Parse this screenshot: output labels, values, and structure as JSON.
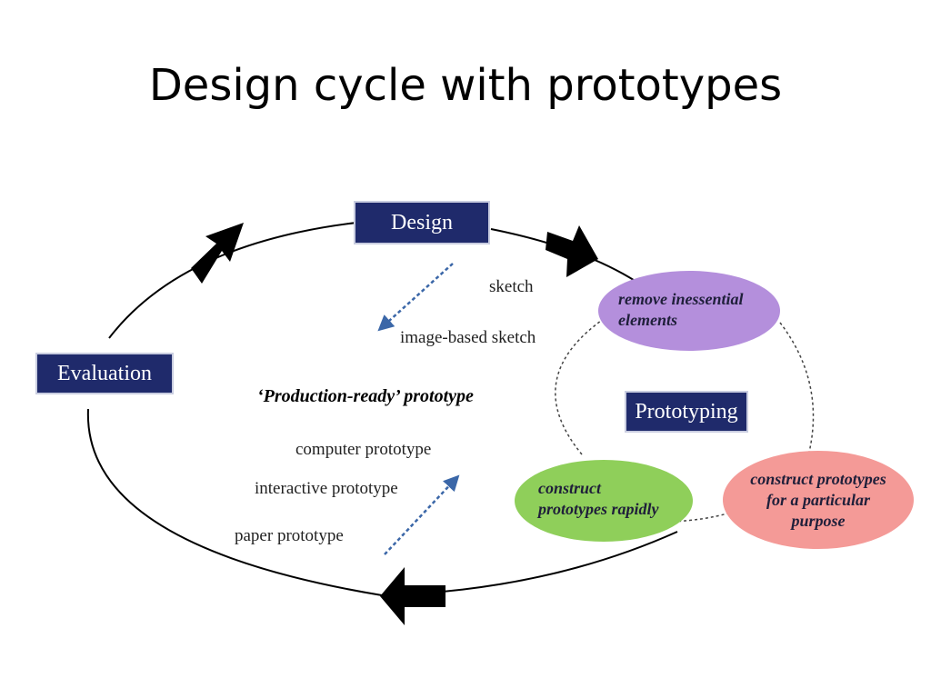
{
  "title": "Design cycle with prototypes",
  "colors": {
    "navy": "#1f2a6b",
    "purple": "#b48fdc",
    "green": "#8fcf5a",
    "pink": "#f49a97",
    "dashed_arrow": "#3b67a8",
    "cycle_line": "#000000"
  },
  "nodes": {
    "design": "Design",
    "evaluation": "Evaluation",
    "prototyping": "Prototyping"
  },
  "prototype_labels": {
    "sketch": "sketch",
    "image_sketch": "image-based sketch",
    "production_ready": "‘Production-ready’  prototype",
    "computer": "computer prototype",
    "interactive": "interactive prototype",
    "paper": "paper prototype"
  },
  "prototyping_steps": {
    "remove_line1": "remove inessential",
    "remove_line2": "elements",
    "construct_rapid_line1": "construct",
    "construct_rapid_line2": "prototypes rapidly",
    "purpose_line1": "construct prototypes",
    "purpose_line2": "for a particular",
    "purpose_line3": "purpose"
  },
  "icons": {
    "cycle_arrows": "thick-black-arrow",
    "fidelity_arrows": "dashed-blue-arrow"
  }
}
